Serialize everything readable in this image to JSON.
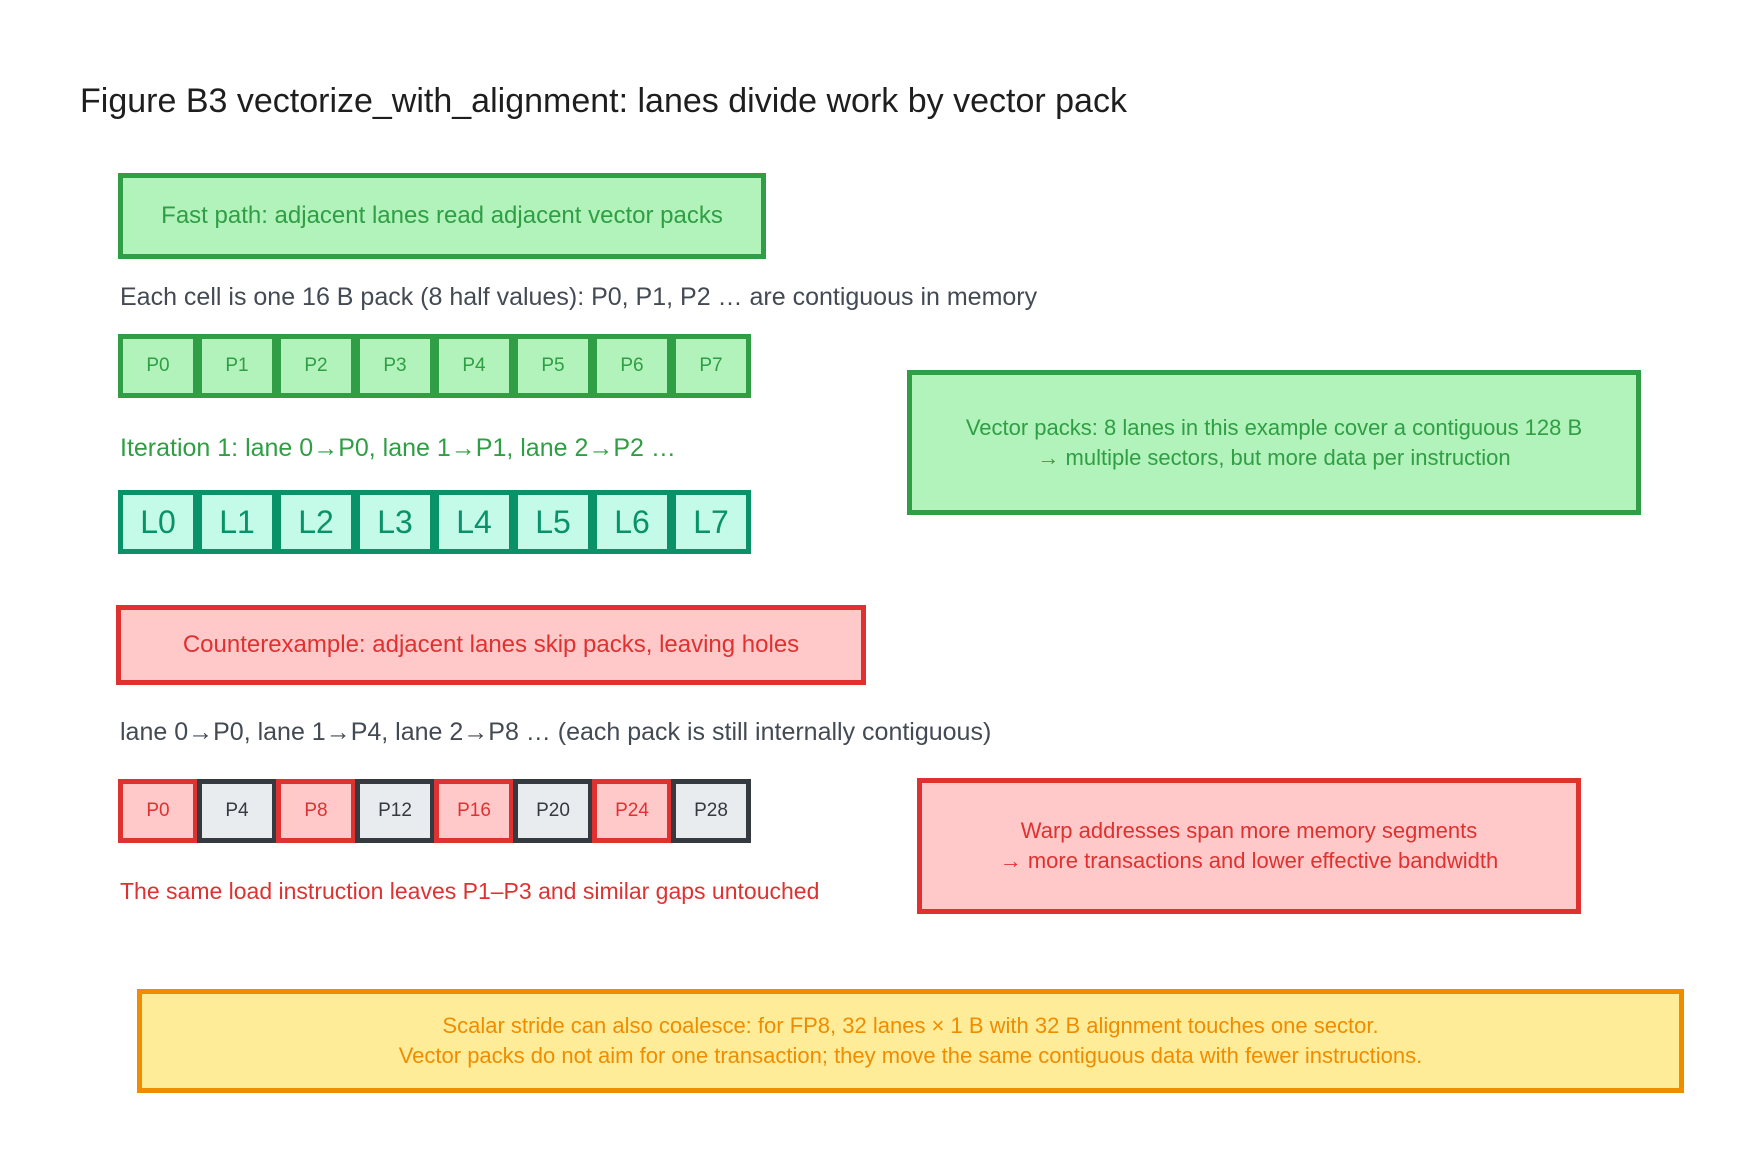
{
  "title": "Figure B3 vectorize_with_alignment: lanes divide work by vector pack",
  "fast_path": {
    "banner": "Fast path: adjacent lanes read adjacent vector packs",
    "caption": "Each cell is one 16 B pack (8 half values): P0, P1, P2 … are contiguous in memory",
    "packs": [
      "P0",
      "P1",
      "P2",
      "P3",
      "P4",
      "P5",
      "P6",
      "P7"
    ],
    "iteration_caption": "Iteration 1: lane 0→P0, lane 1→P1, lane 2→P2 …",
    "lanes": [
      "L0",
      "L1",
      "L2",
      "L3",
      "L4",
      "L5",
      "L6",
      "L7"
    ],
    "note_lines": [
      "Vector packs: 8 lanes in this example cover a contiguous 128 B",
      "→ multiple sectors, but more data per instruction"
    ]
  },
  "counterexample": {
    "banner": "Counterexample: adjacent lanes skip packs, leaving holes",
    "caption": "lane 0→P0, lane 1→P4, lane 2→P8 … (each pack is still internally contiguous)",
    "packs": [
      {
        "label": "P0",
        "state": "hit"
      },
      {
        "label": "P4",
        "state": "hole"
      },
      {
        "label": "P8",
        "state": "hit"
      },
      {
        "label": "P12",
        "state": "hole"
      },
      {
        "label": "P16",
        "state": "hit"
      },
      {
        "label": "P20",
        "state": "hole"
      },
      {
        "label": "P24",
        "state": "hit"
      },
      {
        "label": "P28",
        "state": "hole"
      }
    ],
    "gap_caption": "The same load instruction leaves P1–P3 and similar gaps untouched",
    "note_lines": [
      "Warp addresses span more memory segments",
      "→ more transactions and lower effective bandwidth"
    ]
  },
  "footer": {
    "lines": [
      "Scalar stride can also coalesce: for FP8, 32 lanes × 1 B with 32 B alignment touches one sector.",
      "Vector packs do not aim for one transaction; they move the same contiguous data with fewer instructions."
    ]
  },
  "colors": {
    "green": "#2f9e44",
    "green_fill": "#b2f2bb",
    "teal": "#099268",
    "teal_fill": "#c3fae8",
    "red": "#e03131",
    "red_fill": "#ffc9c9",
    "dark": "#343a40",
    "gray_fill": "#e9ecef",
    "orange": "#f08c00",
    "yellow_fill": "#ffec99"
  }
}
